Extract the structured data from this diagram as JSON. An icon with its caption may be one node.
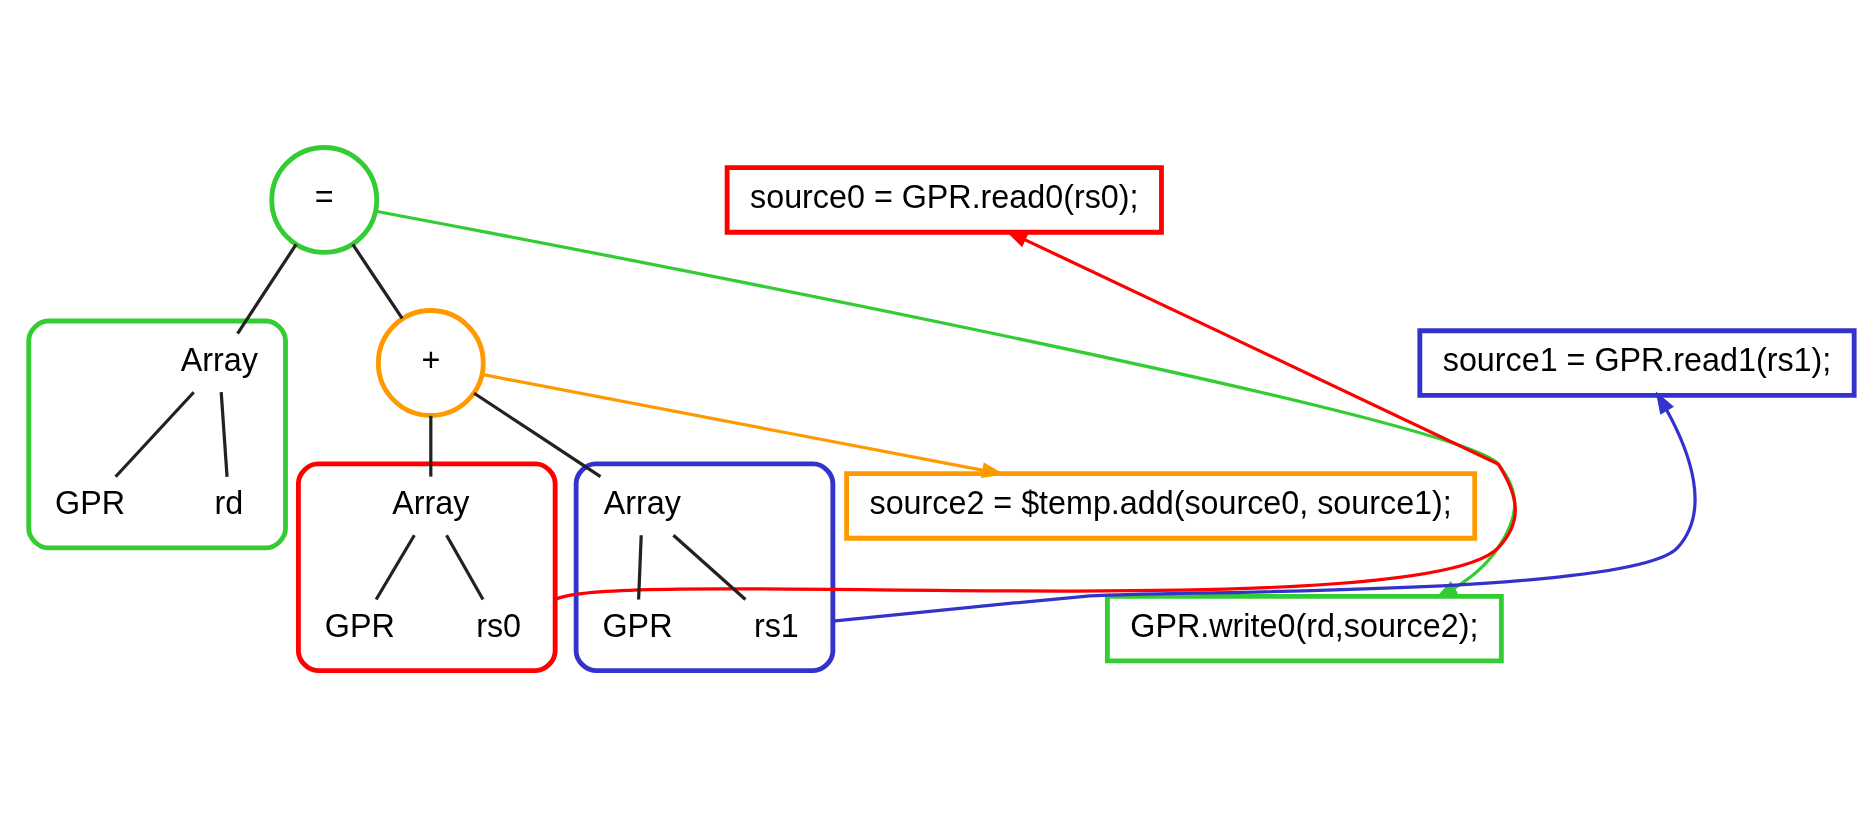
{
  "diagram": {
    "nodes": [
      {
        "text": [
          "="
        ]
      },
      {
        "text": [],
        "shape": "ellipse"
      },
      {
        "text": [
          "Array"
        ],
        "in": 1
      },
      {
        "text": [
          "GPR"
        ],
        "in": 1
      },
      {
        "text": [
          "rd"
        ],
        "in": 1
      },
      {
        "text": [
          "+"
        ]
      },
      {
        "text": [],
        "shape": "ellipse"
      },
      {
        "text": [
          "Array"
        ],
        "in": 6
      },
      {
        "text": [
          "GPR"
        ],
        "in": 6
      },
      {
        "text": [
          "rs0"
        ],
        "in": 6
      },
      {
        "text": [],
        "shape": "ellipse"
      },
      {
        "text": [
          "Array"
        ],
        "in": 10
      },
      {
        "text": [
          "GPR"
        ],
        "in": 10
      },
      {
        "text": [
          "rs1"
        ],
        "in": 10
      },
      {
        "text": [
          "source0 = GPR.read0(rs0);"
        ]
      },
      {
        "text": [
          "source1 = GPR.read1(rs1);"
        ]
      },
      {
        "text": [
          "source2 = $temp.add(source0, source1);"
        ]
      },
      {
        "text": [
          "GPR.write0(rd,source2);"
        ]
      }
    ],
    "edges": [
      {
        "from": 0,
        "to": 2,
        "arrow": "none"
      },
      {
        "from": 0,
        "to": 5,
        "arrow": "none"
      },
      {
        "from": 2,
        "to": 3,
        "arrow": "none"
      },
      {
        "from": 2,
        "to": 4,
        "arrow": "none"
      },
      {
        "from": 5,
        "to": 7,
        "arrow": "none"
      },
      {
        "from": 5,
        "to": 11,
        "arrow": "none"
      },
      {
        "from": 7,
        "to": 8,
        "arrow": "none"
      },
      {
        "from": 7,
        "to": 9,
        "arrow": "none"
      },
      {
        "from": 11,
        "to": 12,
        "arrow": "none"
      },
      {
        "from": 11,
        "to": 13,
        "arrow": "none"
      },
      {
        "from": 6,
        "to": 14,
        "arrow": "to",
        "color": "#ff0000"
      },
      {
        "from": 10,
        "to": 15,
        "arrow": "to",
        "color": "#3333cc"
      },
      {
        "from": 5,
        "to": 16,
        "arrow": "to",
        "color": "#ff9900"
      },
      {
        "from": 0,
        "to": 17,
        "arrow": "to",
        "color": "#33cc33"
      }
    ]
  }
}
